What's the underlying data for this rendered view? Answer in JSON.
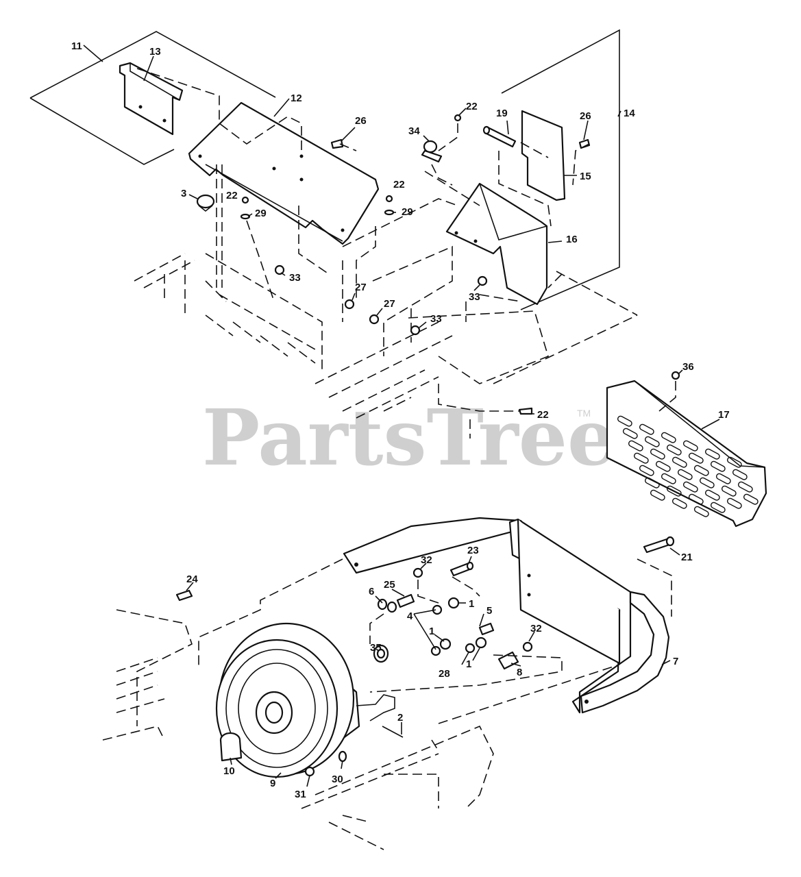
{
  "watermark": {
    "text": "PartsTree",
    "tm": "TM"
  },
  "callouts": {
    "c11": "11",
    "c13": "13",
    "c12": "12",
    "c26a": "26",
    "c22a": "22",
    "c34": "34",
    "c19": "19",
    "c26b": "26",
    "c14": "14",
    "c15": "15",
    "c3": "3",
    "c22b": "22",
    "c29a": "29",
    "c22c": "22",
    "c29b": "29",
    "c16": "16",
    "c33a": "33",
    "c27a": "27",
    "c27b": "27",
    "c33b": "33",
    "c33c": "33",
    "c36": "36",
    "c17": "17",
    "c22d": "22",
    "c24": "24",
    "c32a": "32",
    "c23": "23",
    "c21": "21",
    "c6": "6",
    "c25": "25",
    "c1a": "1",
    "c4": "4",
    "c5": "5",
    "c1b": "1",
    "c32b": "32",
    "c35": "35",
    "c28": "28",
    "c1c": "1",
    "c8": "8",
    "c7": "7",
    "c2": "2",
    "c10": "10",
    "c9": "9",
    "c31": "31",
    "c30": "30"
  }
}
